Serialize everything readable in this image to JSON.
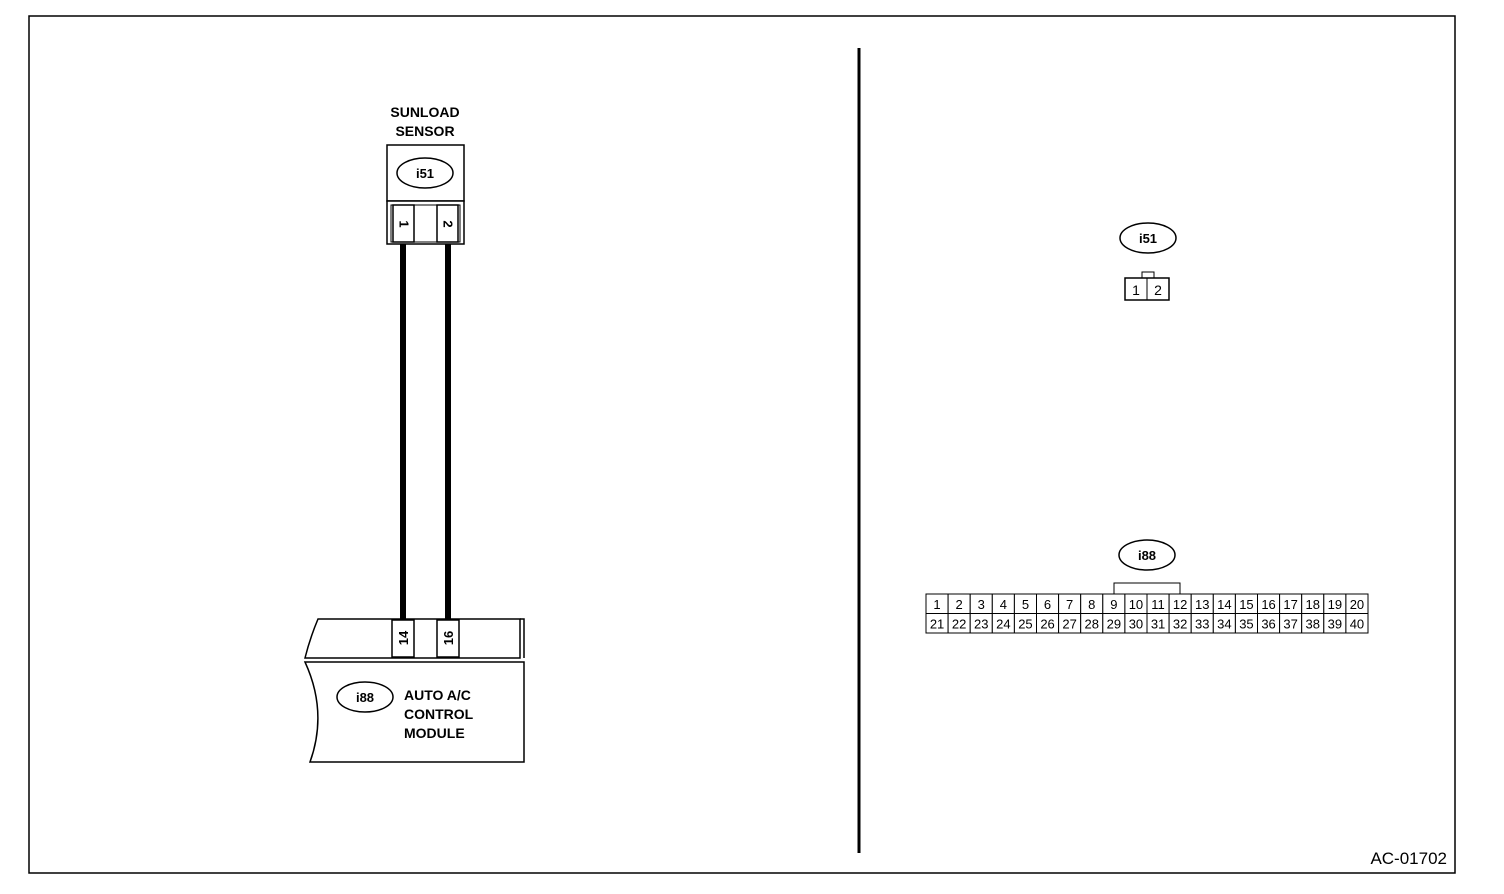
{
  "sensor": {
    "label_line1": "SUNLOAD",
    "label_line2": "SENSOR",
    "connector_id": "i51",
    "pins": [
      "1",
      "2"
    ]
  },
  "module": {
    "connector_id": "i88",
    "label_line1": "AUTO A/C",
    "label_line2": "CONTROL",
    "label_line3": "MODULE",
    "pins": [
      "14",
      "16"
    ]
  },
  "connector_i51": {
    "id": "i51",
    "pins": [
      "1",
      "2"
    ]
  },
  "connector_i88": {
    "id": "i88",
    "row1": [
      "1",
      "2",
      "3",
      "4",
      "5",
      "6",
      "7",
      "8",
      "9",
      "10",
      "11",
      "12",
      "13",
      "14",
      "15",
      "16",
      "17",
      "18",
      "19",
      "20"
    ],
    "row2": [
      "21",
      "22",
      "23",
      "24",
      "25",
      "26",
      "27",
      "28",
      "29",
      "30",
      "31",
      "32",
      "33",
      "34",
      "35",
      "36",
      "37",
      "38",
      "39",
      "40"
    ]
  },
  "figure_code": "AC-01702"
}
